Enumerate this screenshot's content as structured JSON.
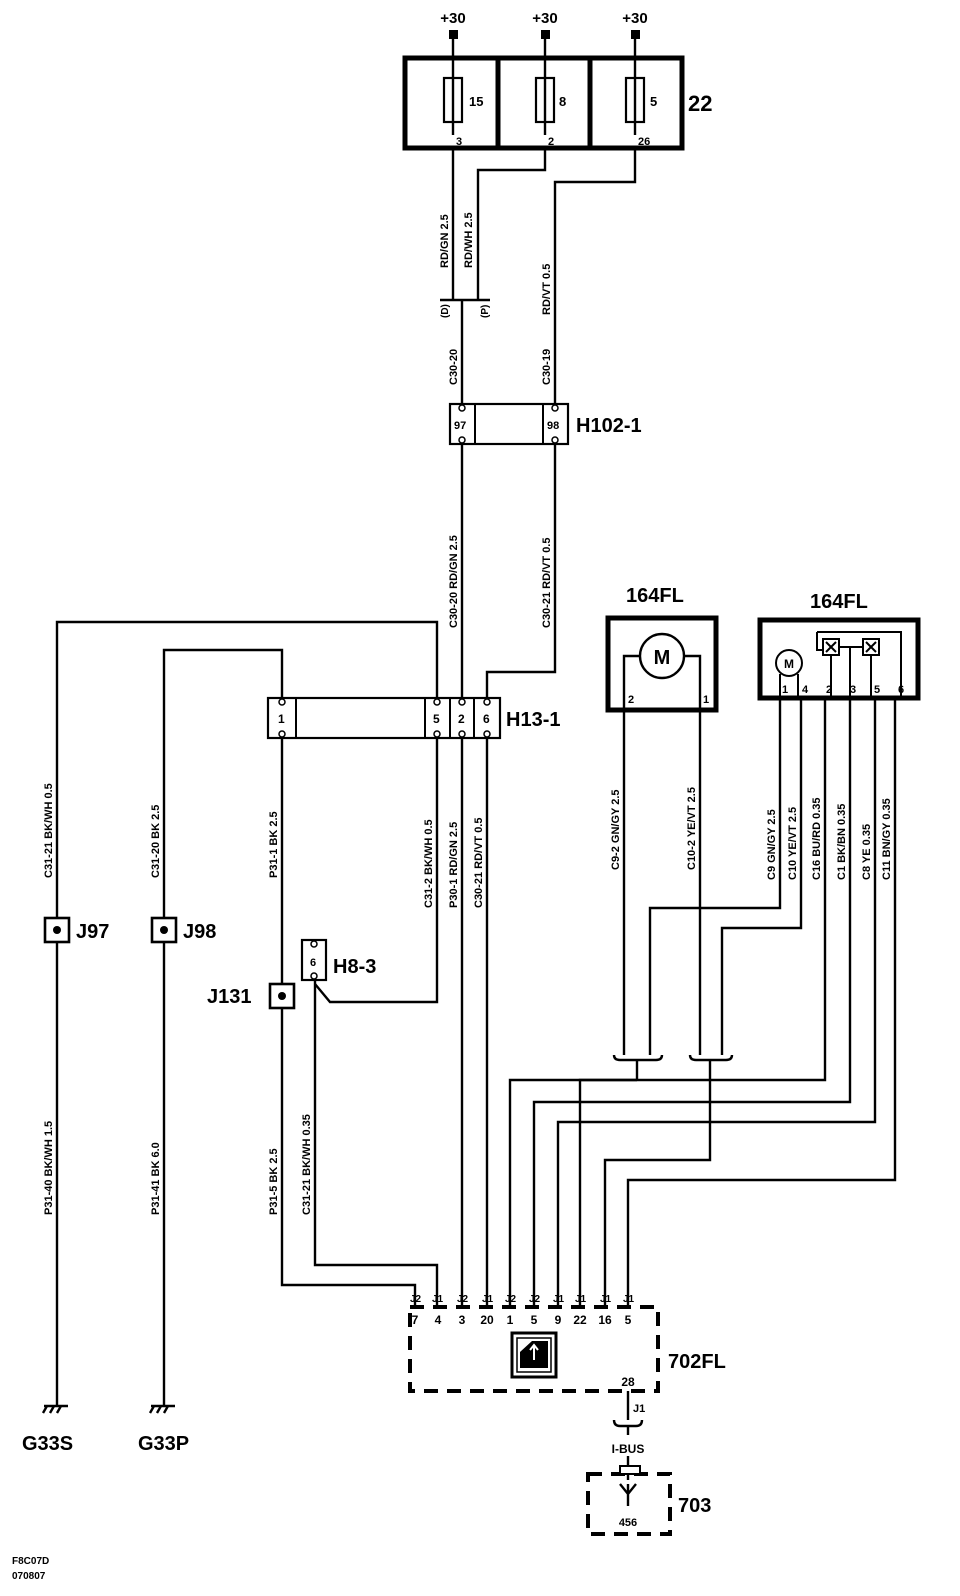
{
  "fuse_box": {
    "id": "22",
    "supply_label": "+30",
    "fuses": [
      {
        "number": "15",
        "pin": "3"
      },
      {
        "number": "8",
        "pin": "2"
      },
      {
        "number": "5",
        "pin": "26"
      }
    ]
  },
  "wires_top": [
    "RD/GN 2.5",
    "RD/WH 2.5",
    "RD/VT 0.5"
  ],
  "splice_markers": [
    "(D)",
    "(P)"
  ],
  "circuits_top": [
    "C30-20",
    "C30-19"
  ],
  "h102": {
    "id": "H102-1",
    "pins": [
      "97",
      "98"
    ]
  },
  "wires_mid": [
    "C30-20 RD/GN 2.5",
    "C30-21 RD/VT 0.5"
  ],
  "h13": {
    "id": "H13-1",
    "pins": [
      "1",
      "5",
      "2",
      "6"
    ]
  },
  "left_wires": [
    "C31-21 BK/WH 0.5",
    "C31-20 BK 2.5",
    "P31-1 BK 2.5",
    "C31-2 BK/WH 0.5",
    "P30-1 RD/GN 2.5",
    "C30-21 RD/VT 0.5"
  ],
  "junctions": {
    "j97": "J97",
    "j98": "J98",
    "j131": "J131"
  },
  "h8": {
    "id": "H8-3",
    "pin": "6"
  },
  "lower_left_wires": [
    "P31-40 BK/WH 1.5",
    "P31-41 BK 6.0",
    "P31-5 BK 2.5",
    "C31-21 BK/WH 0.35"
  ],
  "grounds": [
    "G33S",
    "G33P"
  ],
  "motor_left": {
    "id": "164FL",
    "symbol": "M",
    "pins": [
      "2",
      "1"
    ]
  },
  "motor_right": {
    "id": "164FL",
    "symbol": "M",
    "pins": [
      "1",
      "4",
      "2",
      "3",
      "5",
      "6"
    ]
  },
  "motor_wires": [
    "C9-2 GN/GY 2.5",
    "C10-2 YE/VT 2.5",
    "C9 GN/GY 2.5",
    "C10 YE/VT 2.5",
    "C16 BU/RD 0.35",
    "C1 BK/BN 0.35",
    "C8 YE 0.35",
    "C11 BN/GY 0.35"
  ],
  "module_702": {
    "id": "702FL",
    "connectors": [
      "J2",
      "J1",
      "J2",
      "J1",
      "J2",
      "J2",
      "J1",
      "J1",
      "J1",
      "J1"
    ],
    "pins": [
      "7",
      "4",
      "3",
      "20",
      "1",
      "5",
      "9",
      "22",
      "16",
      "5"
    ],
    "bus_pin": "28",
    "bus_connector": "J1",
    "bus_label": "I-BUS"
  },
  "module_703": {
    "id": "703",
    "pin": "456"
  },
  "footer_codes": [
    "F8C07D",
    "070807"
  ]
}
